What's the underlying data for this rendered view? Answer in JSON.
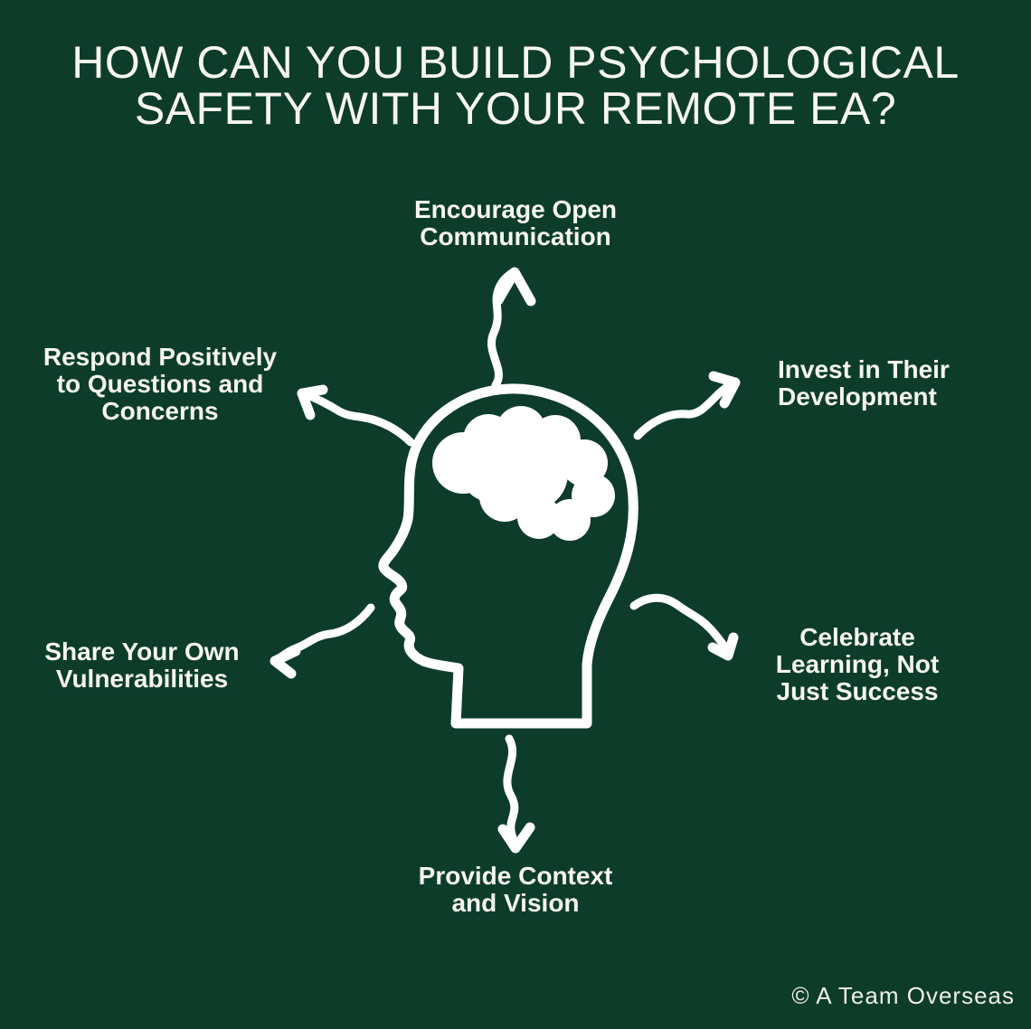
{
  "colors": {
    "background": "#0D3C2B",
    "text": "#F7F6F2",
    "line": "#FFFFFF"
  },
  "title": {
    "text": "HOW CAN YOU BUILD PSYCHOLOGICAL\nSAFETY WITH YOUR REMOTE EA?"
  },
  "diagram": {
    "center_icon": "head-with-brain",
    "items": [
      {
        "position": "top",
        "label": "Encourage Open\nCommunication"
      },
      {
        "position": "top-right",
        "label": "Invest in Their\nDevelopment"
      },
      {
        "position": "bottom-right",
        "label": "Celebrate\nLearning, Not\nJust Success"
      },
      {
        "position": "bottom",
        "label": "Provide Context\nand Vision"
      },
      {
        "position": "bottom-left",
        "label": "Share Your Own\nVulnerabilities"
      },
      {
        "position": "top-left",
        "label": "Respond Positively\nto Questions and\nConcerns"
      }
    ]
  },
  "footer": {
    "credit": "© A Team Overseas"
  }
}
